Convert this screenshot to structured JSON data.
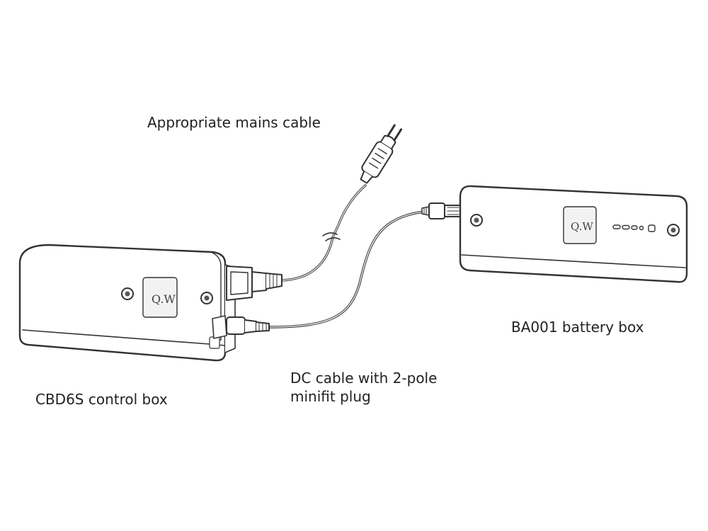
{
  "labels": {
    "mains_cable": "Appropriate mains cable",
    "battery_box": "BA001 battery box",
    "dc_cable_line1": "DC cable with 2-pole",
    "dc_cable_line2": "minifit plug",
    "control_box": "CBD6S control box"
  },
  "logo": {
    "mark": "Q.W"
  },
  "colors": {
    "stroke": "#333333",
    "box_fill": "#ffffff",
    "logo_fill": "#f2f2f2",
    "background": "#ffffff"
  },
  "icons": {
    "control_box": "control-box-icon",
    "battery_box": "battery-box-icon",
    "mains_plug": "mains-plug-icon",
    "dc_plug": "dc-plug-icon"
  }
}
